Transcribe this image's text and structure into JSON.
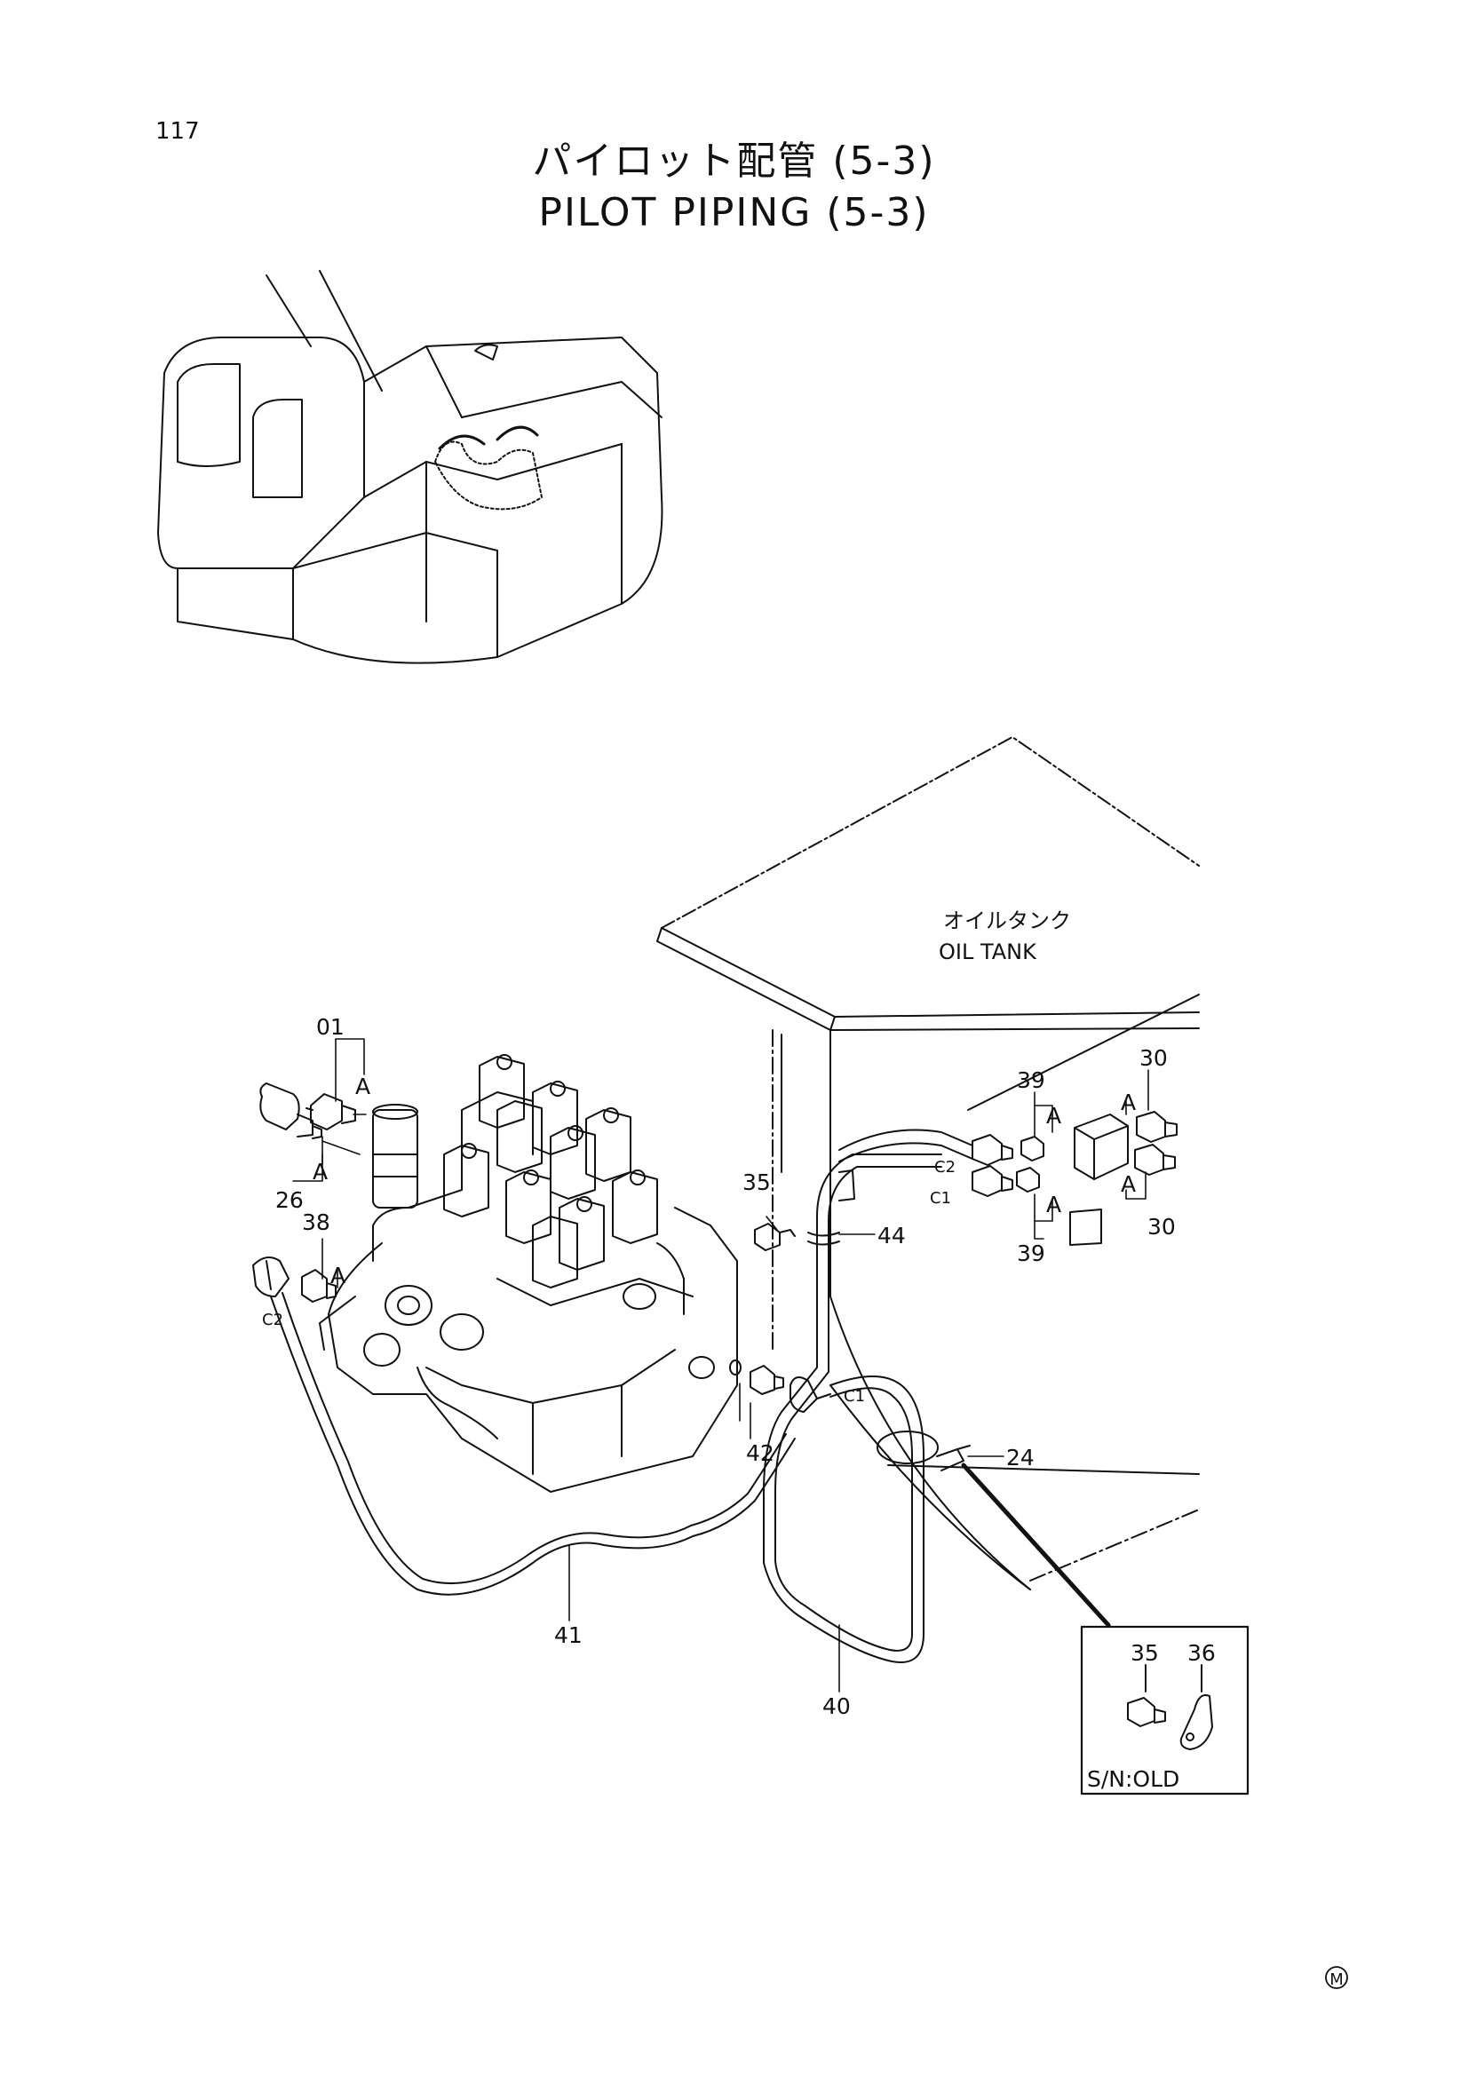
{
  "page_number": "117",
  "title_ja": "パイロット配管 (5-3)",
  "title_en": "PILOT PIPING (5-3)",
  "oil_tank": {
    "ja": "オイルタンク",
    "en": "OIL TANK"
  },
  "callouts": {
    "p01": "01",
    "p26": "26",
    "p38": "38",
    "p35": "35",
    "p44": "44",
    "p39_top": "39",
    "p39_bottom": "39",
    "p30_top": "30",
    "p30_bottom": "30",
    "p42": "42",
    "p24": "24",
    "p41": "41",
    "p40": "40",
    "detail_35": "35",
    "detail_36": "36"
  },
  "ref_marks": {
    "a1": "A",
    "a2": "A",
    "a3": "A",
    "a4": "A",
    "a5": "A",
    "a6": "A",
    "a7": "A"
  },
  "port_marks": {
    "c2_left": "C2",
    "c2_tank": "C2",
    "c1_tank": "C1",
    "c1_hose": "C1"
  },
  "detail_box": {
    "label": "S/N:OLD"
  },
  "footer_mark": "M"
}
